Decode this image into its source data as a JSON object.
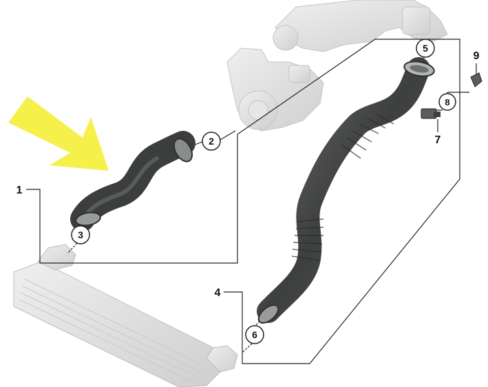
{
  "diagram": {
    "callouts": [
      {
        "id": "callout-1",
        "label": "1"
      },
      {
        "id": "callout-2",
        "label": "2"
      },
      {
        "id": "callout-3",
        "label": "3"
      },
      {
        "id": "callout-4",
        "label": "4"
      },
      {
        "id": "callout-5",
        "label": "5"
      },
      {
        "id": "callout-6",
        "label": "6"
      },
      {
        "id": "callout-7",
        "label": "7"
      },
      {
        "id": "callout-8",
        "label": "8"
      },
      {
        "id": "callout-9",
        "label": "9"
      }
    ],
    "colors": {
      "arrow": "#f6f04a",
      "hose_dark": "#3c3d3d",
      "hose_mid": "#5b5c5c",
      "hose_light": "#8a8b8b",
      "ghost_parts": "#d9d9d9",
      "line": "#222222"
    },
    "icons": {
      "pointer": "yellow-arrow-icon"
    }
  }
}
